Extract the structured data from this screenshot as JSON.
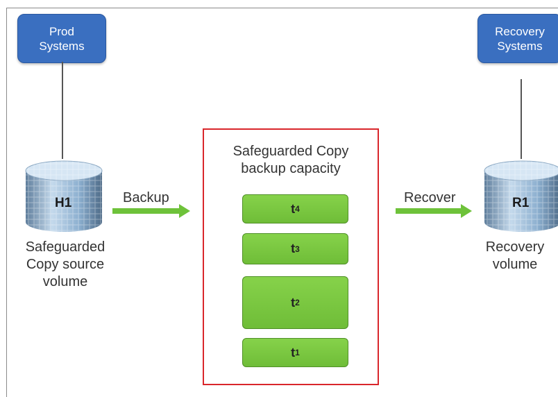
{
  "left_system": {
    "label": "Prod\nSystems"
  },
  "right_system": {
    "label": "Recovery\nSystems"
  },
  "source_volume": {
    "id": "H1",
    "caption": "Safeguarded\nCopy source\nvolume"
  },
  "recovery_volume": {
    "id": "R1",
    "caption": "Recovery\nvolume"
  },
  "backup_arrow": {
    "label": "Backup"
  },
  "recover_arrow": {
    "label": "Recover"
  },
  "safeguarded_box": {
    "title": "Safeguarded Copy\nbackup capacity",
    "slots": [
      {
        "base": "t",
        "sub": "4"
      },
      {
        "base": "t",
        "sub": "3"
      },
      {
        "base": "t",
        "sub": "2"
      },
      {
        "base": "t",
        "sub": "1"
      }
    ]
  },
  "colors": {
    "system_box": "#3a6fc0",
    "arrow": "#6ec23a",
    "slot": "#7ac843",
    "highlight_border": "#d9262b",
    "cylinder": "#7fa6c8"
  }
}
